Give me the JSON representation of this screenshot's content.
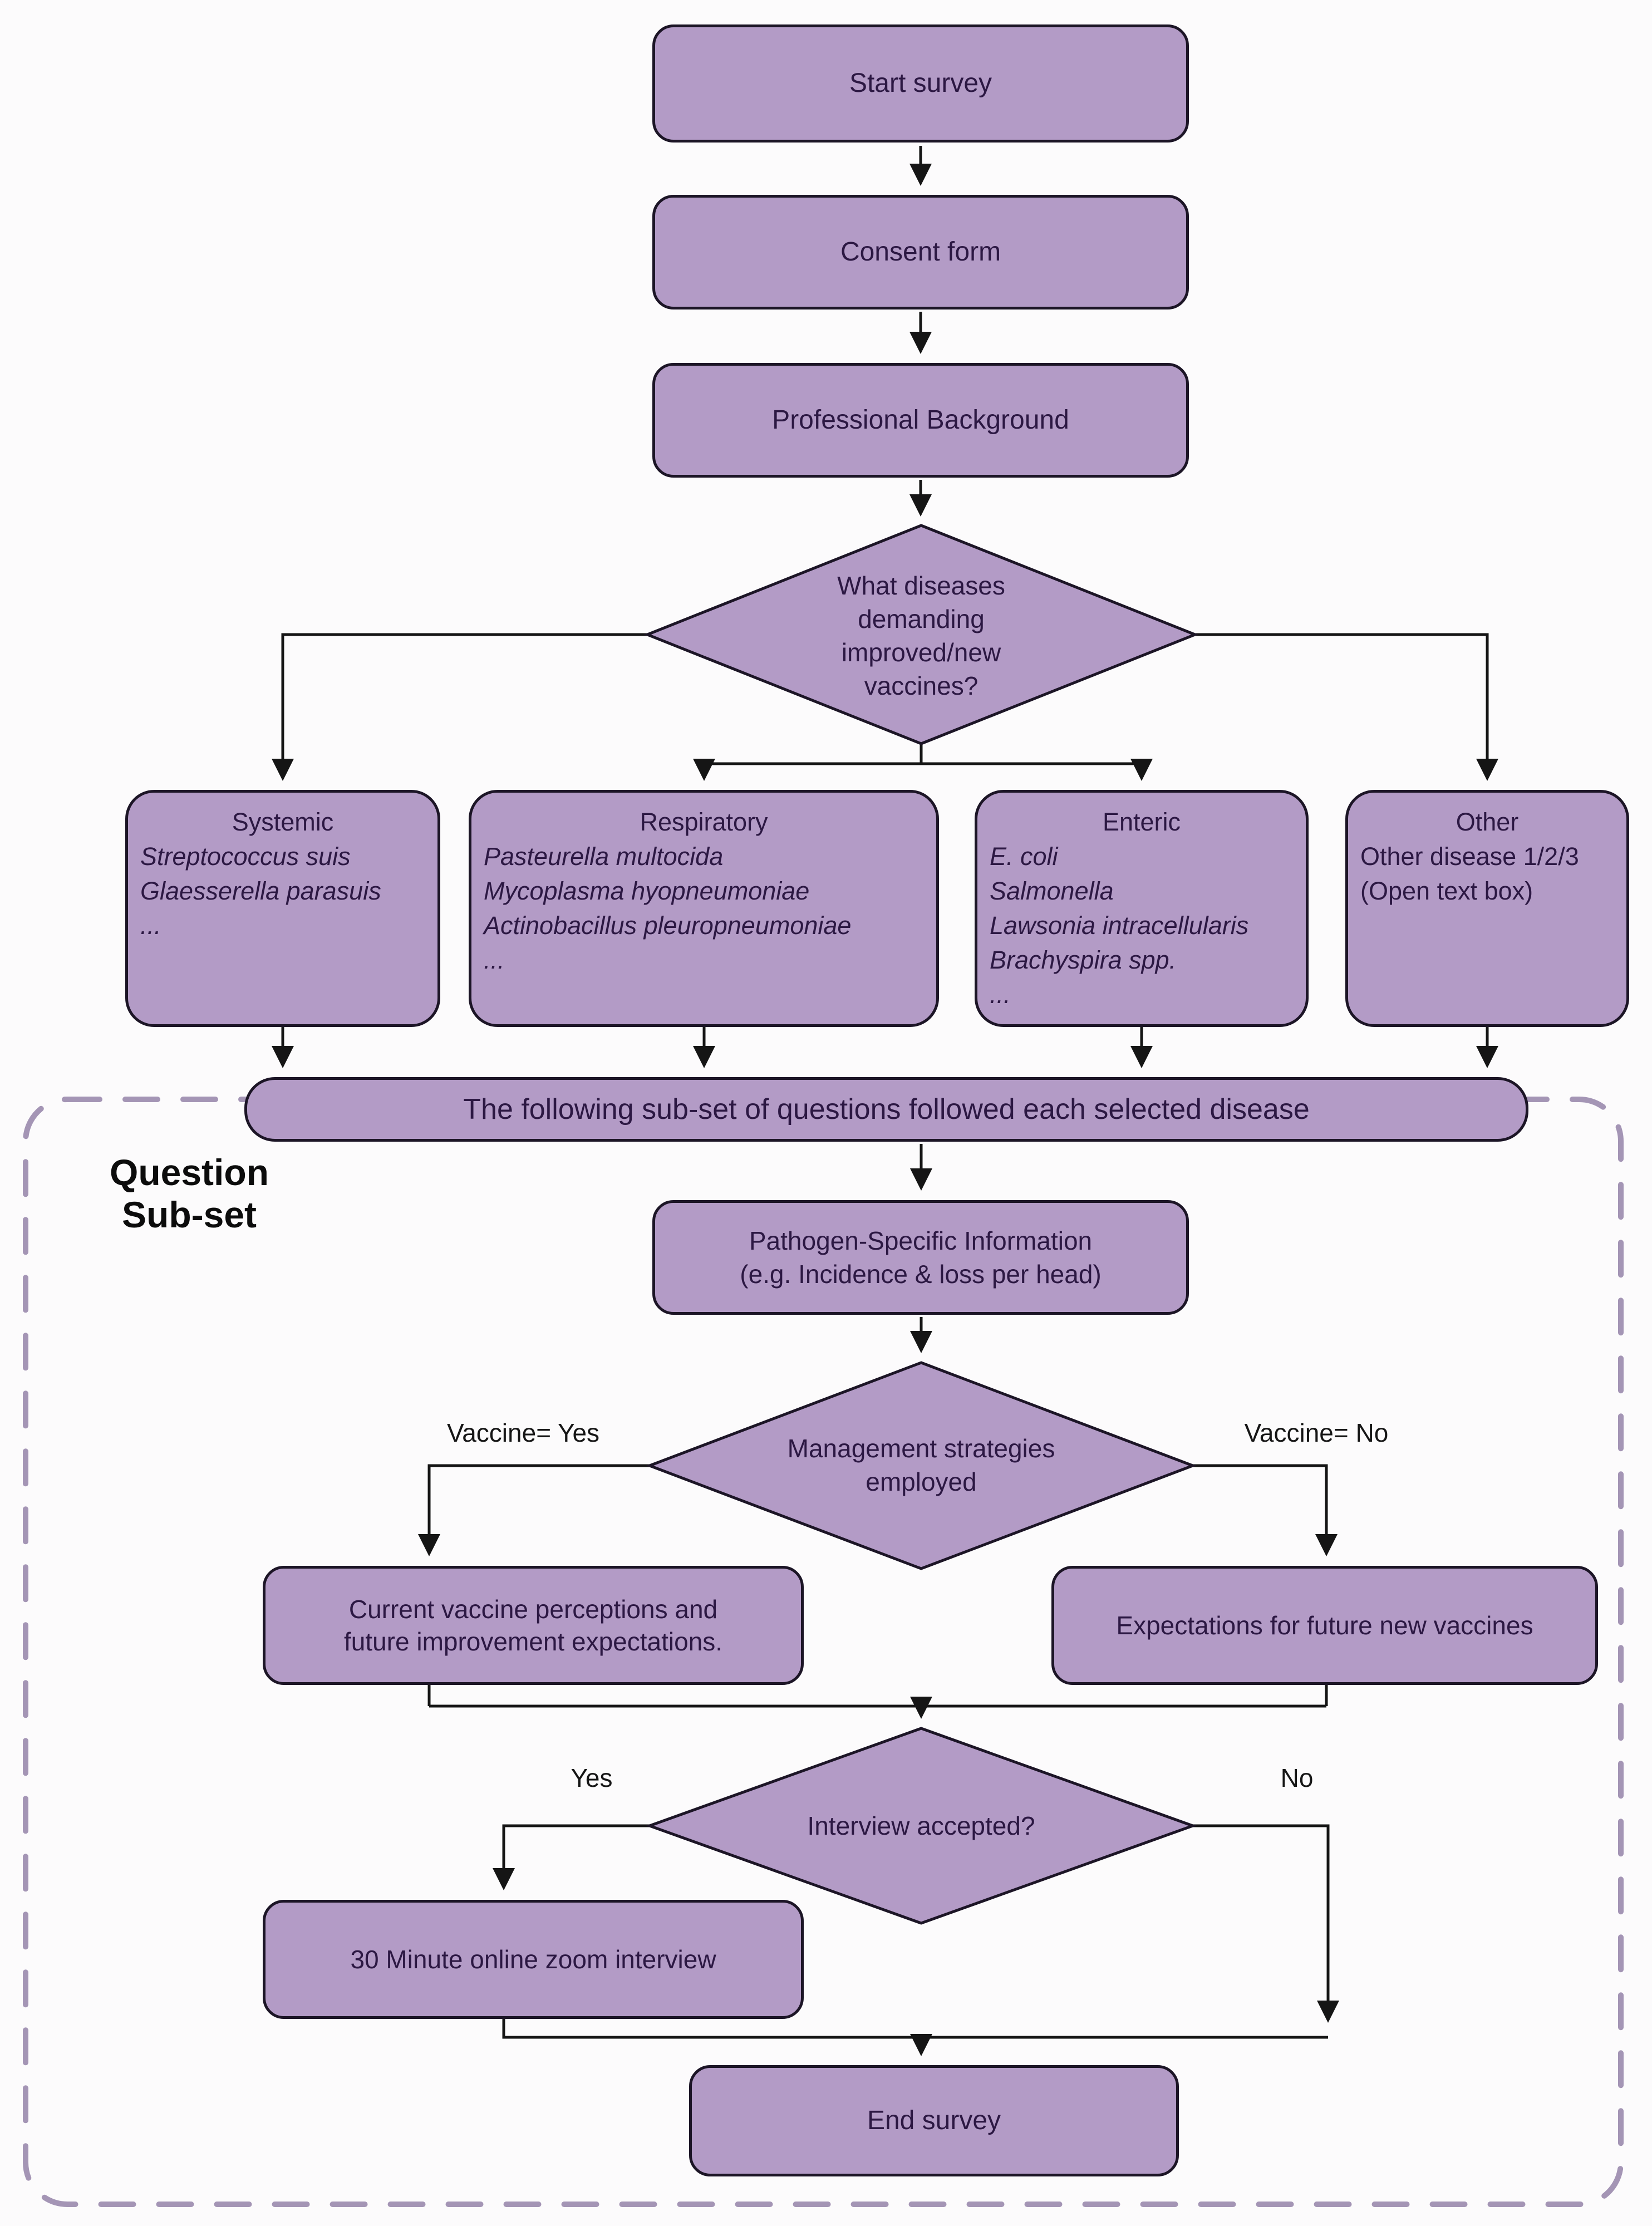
{
  "title": "Survey flow diagram",
  "colors": {
    "node_fill": "#b39bc6",
    "node_border": "#1c1526",
    "node_text": "#2c1843",
    "connector": "#151515",
    "dashed_border": "#a495b5",
    "subset_label_text": "#0c0c0c",
    "background": "#fcfbfc"
  },
  "nodes": {
    "start": {
      "label": "Start survey"
    },
    "consent": {
      "label": "Consent form"
    },
    "professional": {
      "label": "Professional Background"
    },
    "disease_decision": {
      "lines": [
        "What diseases",
        "demanding",
        "improved/new",
        "vaccines?"
      ]
    },
    "systemic": {
      "title": "Systemic",
      "items": [
        "Streptococcus suis",
        "Glaesserella parasuis",
        "..."
      ]
    },
    "respiratory": {
      "title": "Respiratory",
      "items": [
        "Pasteurella multocida",
        "Mycoplasma hyopneumoniae",
        "Actinobacillus pleuropneumoniae",
        "..."
      ]
    },
    "enteric": {
      "title": "Enteric",
      "items": [
        "E. coli",
        "Salmonella",
        "Lawsonia intracellularis",
        "Brachyspira spp.",
        "..."
      ]
    },
    "other": {
      "title": "Other",
      "items": [
        "Other disease 1/2/3",
        "(Open text box)"
      ]
    },
    "subset_bar": {
      "label": "The following sub-set of questions followed each selected disease"
    },
    "pathogen": {
      "lines": [
        "Pathogen-Specific Information",
        "(e.g. Incidence & loss per head)"
      ]
    },
    "management_decision": {
      "lines": [
        "Management strategies",
        "employed"
      ]
    },
    "current_vaccine": {
      "lines": [
        "Current vaccine perceptions and",
        "future improvement expectations."
      ]
    },
    "expectations": {
      "label": "Expectations for future new vaccines"
    },
    "interview_decision": {
      "label": "Interview accepted?"
    },
    "zoom_interview": {
      "label": "30 Minute online zoom interview"
    },
    "end": {
      "label": "End survey"
    }
  },
  "edge_labels": {
    "vaccine_yes": "Vaccine= Yes",
    "vaccine_no": "Vaccine= No",
    "interview_yes": "Yes",
    "interview_no": "No"
  },
  "container_label": {
    "line1": "Question",
    "line2": "Sub-set"
  }
}
